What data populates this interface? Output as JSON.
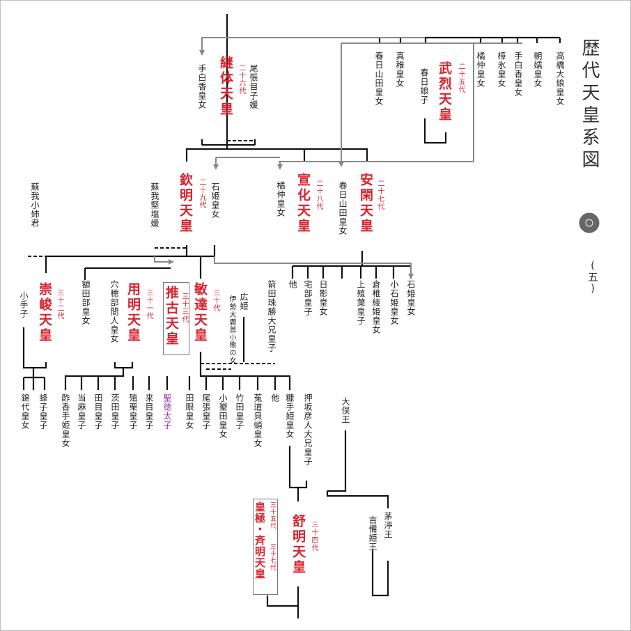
{
  "header": {
    "title": "歴代天皇系図",
    "volume": "(五)"
  },
  "emperors": {
    "keitai": {
      "name": "継体天皇",
      "gen": "二十六代"
    },
    "buretsu": {
      "name": "武烈天皇",
      "gen": "二十五代"
    },
    "senka": {
      "name": "宣化天皇",
      "gen": "二十八代"
    },
    "ankan": {
      "name": "安閑天皇",
      "gen": "二十七代"
    },
    "kinmei": {
      "name": "欽明天皇",
      "gen": "二十九代"
    },
    "sushun": {
      "name": "崇峻天皇",
      "gen": "三十二代"
    },
    "yomei": {
      "name": "用明天皇",
      "gen": "三十一代"
    },
    "suiko": {
      "name": "推古天皇",
      "gen": "三十三代"
    },
    "bidatsu": {
      "name": "敏達天皇",
      "gen": "三十代"
    },
    "jomei": {
      "name": "舒明天皇",
      "gen": "三十四代"
    },
    "kogyoku": {
      "name": "皇極・斉明天皇",
      "gen1": "三十五代",
      "gen2": "三十七代"
    }
  },
  "people": {
    "tashiraka": "手白香皇女",
    "menoko": "尾張目子媛",
    "kasuga_yamada_top": "春日山田皇女",
    "manu": "真稚皇女",
    "kasuga_iratsume": "春日娘子",
    "tachibana_top": "橘仲皇女",
    "sakate": "樟氷皇女",
    "tashiraka2": "手白香皇女",
    "asatsuma": "朝嬬皇女",
    "takahashi": "高橋大娘皇女",
    "tachibana_mid": "橘仲皇女",
    "kasuga_yamada_mid": "春日山田皇女",
    "soga_koakine": "蘇我小姉君",
    "soga_kitashi": "蘇我堅塩媛",
    "ishihime": "石姫皇女",
    "ohako": "小手子",
    "nukatabe": "額田部皇女",
    "anahobe": "穴穂部間人皇女",
    "ise_mother": "伊勢大鹿首小熊の女",
    "hiro": "広姫",
    "hoka1": "他",
    "yakaminoe": "宅部皇子",
    "kasuge": "日影皇女",
    "kamisaka": "上殖葉皇子",
    "kuramo": "倉稚綾姫皇女",
    "sakaku": "小石姫皇女",
    "iwa": "石姫皇女",
    "tenda": "箭田珠勝大兄皇子",
    "hatsuse": "錦代皇女",
    "hachiko": "蜂子皇子",
    "mariko": "酢香手姫皇女",
    "kume_ma": "当麻皇子",
    "tame": "田目皇子",
    "ekuri": "茨田皇子",
    "eku2": "殖栗皇子",
    "kume": "来目皇子",
    "shotoku": "聖徳太子",
    "tamura": "田眼皇女",
    "owari": "尾張皇子",
    "okudasoku": "小墾田皇女",
    "takeda": "竹田皇子",
    "uji": "菟道貝蛸皇女",
    "hoka2": "他",
    "nukate": "糠手姫皇女",
    "oshisaka": "押坂彦人大兄皇子",
    "okubo": "大俣王",
    "chinu": "茅渟王",
    "kibi": "吉備姫王"
  }
}
